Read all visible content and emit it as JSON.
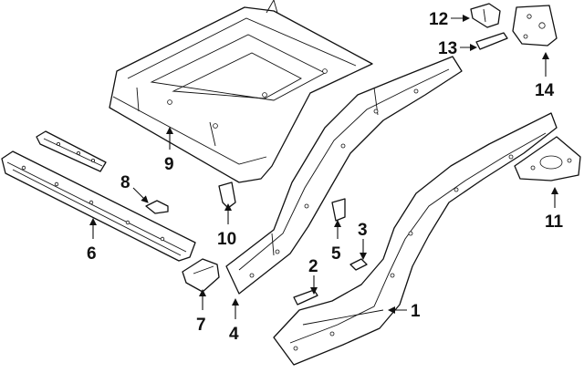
{
  "diagram": {
    "callouts": [
      {
        "id": "1",
        "label": "1"
      },
      {
        "id": "2",
        "label": "2"
      },
      {
        "id": "3",
        "label": "3"
      },
      {
        "id": "4",
        "label": "4"
      },
      {
        "id": "5",
        "label": "5"
      },
      {
        "id": "6",
        "label": "6"
      },
      {
        "id": "7",
        "label": "7"
      },
      {
        "id": "8",
        "label": "8"
      },
      {
        "id": "9",
        "label": "9"
      },
      {
        "id": "10",
        "label": "10"
      },
      {
        "id": "11",
        "label": "11"
      },
      {
        "id": "12",
        "label": "12"
      },
      {
        "id": "13",
        "label": "13"
      },
      {
        "id": "14",
        "label": "14"
      }
    ],
    "line_color": "#111111",
    "background": "#ffffff"
  }
}
